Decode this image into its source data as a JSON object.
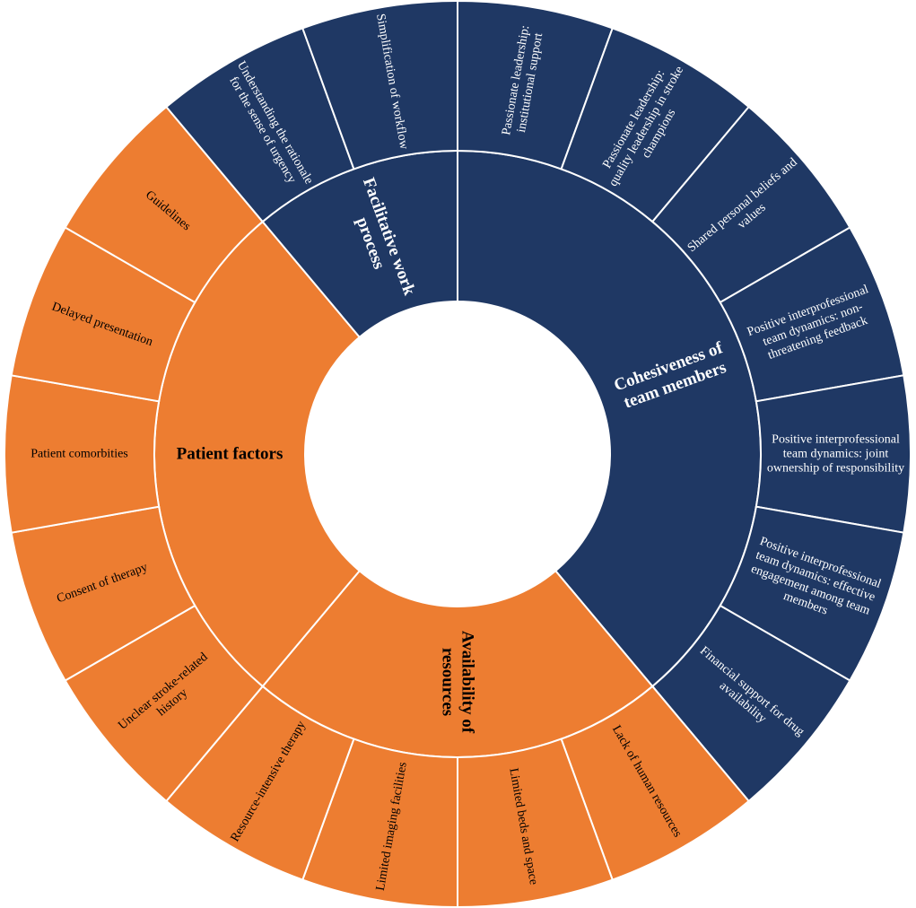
{
  "chart_data": {
    "type": "sunburst",
    "colors": {
      "enablers": "#1f3864",
      "barriers": "#ed7d31",
      "stroke": "#ffffff",
      "text_dark": "#000000",
      "text_light": "#ffffff"
    },
    "themes": [
      {
        "name": "Cohesiveness of team members",
        "label_lines": [
          "Cohesiveness of",
          "team members"
        ],
        "group": "enablers",
        "subthemes": [
          {
            "name": "Passionate leadership: institutional support",
            "label_lines": [
              "Passionate leadership:",
              "institutional support"
            ]
          },
          {
            "name": "Passionate leadership: quality leadership in stroke champions",
            "label_lines": [
              "Passionate leadership:",
              "quality leadership in stroke",
              "champions"
            ]
          },
          {
            "name": "Shared personal beliefs and values",
            "label_lines": [
              "Shared personal beliefs and",
              "values"
            ]
          },
          {
            "name": "Positive interprofessional team dynamics: non-threatening feedback",
            "label_lines": [
              "Positive interprofessional",
              "team dynamics: non-",
              "threatening feedback"
            ]
          },
          {
            "name": "Positive interprofessional team dynamics: joint ownership of responsibility",
            "label_lines": [
              "Positive interprofessional",
              "team dynamics: joint",
              "ownership of responsibility"
            ]
          },
          {
            "name": "Positive interprofessional team dynamics: effective engagement among team members",
            "label_lines": [
              "Positive interprofessional",
              "team dynamics: effective",
              "engagement among team",
              "members"
            ]
          },
          {
            "name": "Financial support for drug availability",
            "label_lines": [
              "Financial support for drug",
              "availability"
            ]
          }
        ]
      },
      {
        "name": "Availability of resources",
        "label_lines": [
          "Availability of",
          "resources"
        ],
        "group": "barriers",
        "subthemes": [
          {
            "name": "Lack of human resources",
            "label_lines": [
              "Lack of human resources"
            ]
          },
          {
            "name": "Limited beds and space",
            "label_lines": [
              "Limited beds and space"
            ]
          },
          {
            "name": "Limited imaging facilities",
            "label_lines": [
              "Limited imaging facilities"
            ]
          },
          {
            "name": "Resource-intensive therapy",
            "label_lines": [
              "Resource-intensive therapy"
            ]
          }
        ]
      },
      {
        "name": "Patient factors",
        "label_lines": [
          "Patient factors"
        ],
        "group": "barriers",
        "subthemes": [
          {
            "name": "Unclear stroke-related history",
            "label_lines": [
              "Unclear stroke-related",
              "history"
            ]
          },
          {
            "name": "Consent of therapy",
            "label_lines": [
              "Consent of therapy"
            ]
          },
          {
            "name": "Patient comorbities",
            "label_lines": [
              "Patient comorbities"
            ]
          },
          {
            "name": "Delayed presentation",
            "label_lines": [
              "Delayed presentation"
            ]
          },
          {
            "name": "Guidelines",
            "label_lines": [
              "Guidelines"
            ]
          }
        ]
      },
      {
        "name": "Facilitative work process",
        "label_lines": [
          "Facilitative work",
          "process"
        ],
        "group": "enablers",
        "subthemes": [
          {
            "name": "Understanding the rationale for the sense of urgency",
            "label_lines": [
              "Understanding the rationale",
              "for the sense of urgency"
            ]
          },
          {
            "name": "Simplification of workflow",
            "label_lines": [
              "Simplification of workflow"
            ]
          }
        ]
      }
    ]
  }
}
